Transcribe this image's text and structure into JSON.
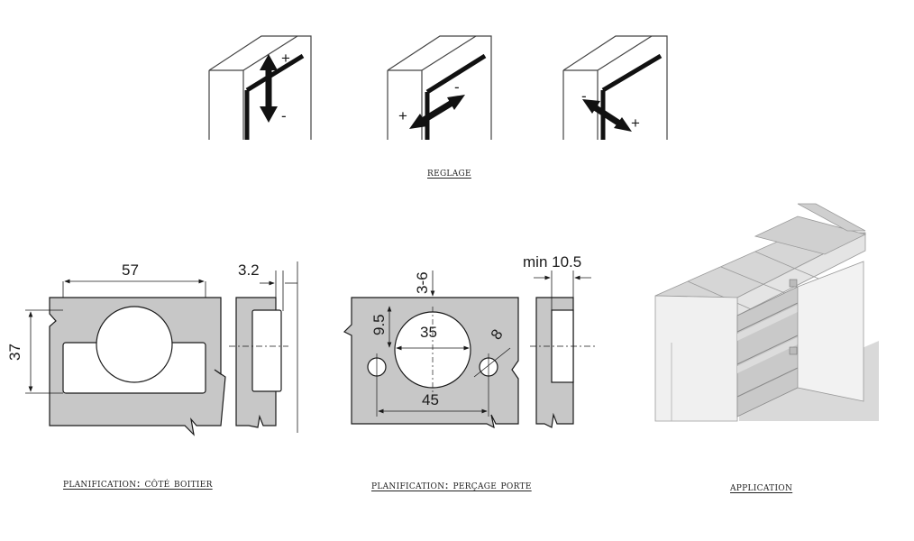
{
  "captions": {
    "reglage": "reglage",
    "cote_boitier": "planification: côté boitier",
    "percage_porte": "planification: perçage porte",
    "application": "application"
  },
  "adjust_signs": {
    "plus": "+",
    "minus": "-"
  },
  "dimensions": {
    "cup_width": "57",
    "cup_height": "37",
    "boitier_depth": "3.2",
    "hole_offset": "3-6",
    "edge_distance": "9.5",
    "cup_diameter": "35",
    "screw_spacing": "45",
    "screw_diameter": "8",
    "door_min": "min 10.5"
  },
  "colors": {
    "panel_fill": "#c7c7c7",
    "line": "#1a1a1a",
    "background": "#ffffff"
  }
}
